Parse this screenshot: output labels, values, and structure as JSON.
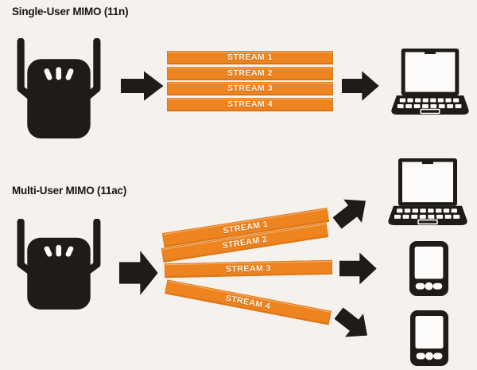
{
  "diagram": {
    "colors": {
      "background": "#f5f2ee",
      "icon_black": "#1e1b18",
      "stream_orange": "#ee8420",
      "stream_label": "#fdf4e4"
    },
    "sections": [
      {
        "title": "Single-User MIMO (11n)",
        "source_device": "wireless-router",
        "streams": [
          "STREAM 1",
          "STREAM 2",
          "STREAM 3",
          "STREAM 4"
        ],
        "receiver_devices": [
          "laptop"
        ]
      },
      {
        "title": "Multi-User MIMO (11ac)",
        "source_device": "wireless-router",
        "streams": [
          "STREAM 1",
          "STREAM 2",
          "STREAM 3",
          "STREAM 4"
        ],
        "receiver_devices": [
          "laptop",
          "smartphone",
          "smartphone"
        ]
      }
    ]
  }
}
